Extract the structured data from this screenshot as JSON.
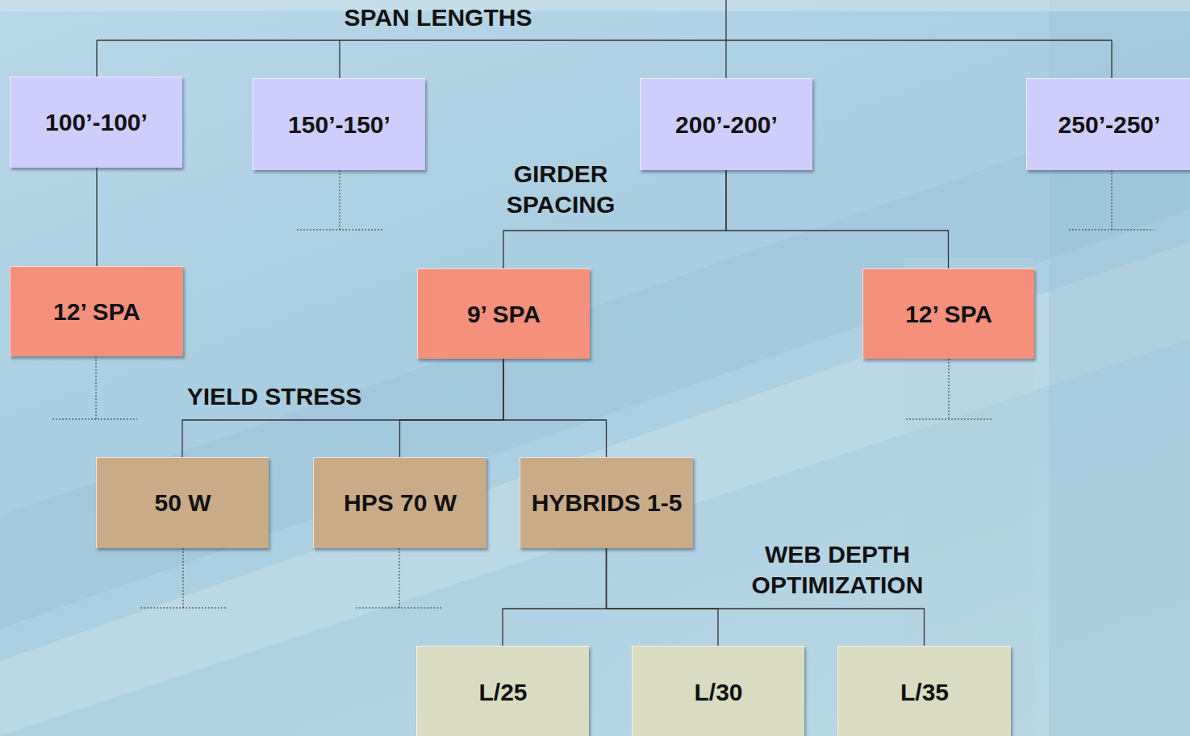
{
  "diagram": {
    "nodes": [
      {
        "text": [
          "100’-100’"
        ]
      },
      {
        "text": [
          "150’-150’"
        ]
      },
      {
        "text": [
          "200’-200’"
        ]
      },
      {
        "text": [
          "250’-250’"
        ]
      },
      {
        "text": [
          "12’ SPA"
        ]
      },
      {
        "text": [
          "9’ SPA"
        ]
      },
      {
        "text": [
          "12’ SPA"
        ]
      },
      {
        "text": [
          "50 W"
        ]
      },
      {
        "text": [
          "HPS 70 W"
        ]
      },
      {
        "text": [
          "HYBRIDS 1-5"
        ]
      },
      {
        "text": [
          "L/25"
        ]
      },
      {
        "text": [
          "L/30"
        ]
      },
      {
        "text": [
          "L/35"
        ]
      }
    ],
    "edges": [
      {
        "from": 0,
        "to": 4,
        "arrow": "none"
      },
      {
        "from": 2,
        "to": 5,
        "arrow": "none"
      },
      {
        "from": 2,
        "to": 6,
        "arrow": "none"
      },
      {
        "from": 5,
        "to": 7,
        "arrow": "none"
      },
      {
        "from": 5,
        "to": 8,
        "arrow": "none"
      },
      {
        "from": 5,
        "to": 9,
        "arrow": "none"
      },
      {
        "from": 9,
        "to": 10,
        "arrow": "none"
      },
      {
        "from": 9,
        "to": 11,
        "arrow": "none"
      },
      {
        "from": 9,
        "to": 12,
        "arrow": "none"
      }
    ],
    "labels": [
      "SPAN LENGTHS",
      "GIRDER SPACING",
      "YIELD STRESS",
      "WEB DEPTH OPTIMIZATION"
    ]
  }
}
